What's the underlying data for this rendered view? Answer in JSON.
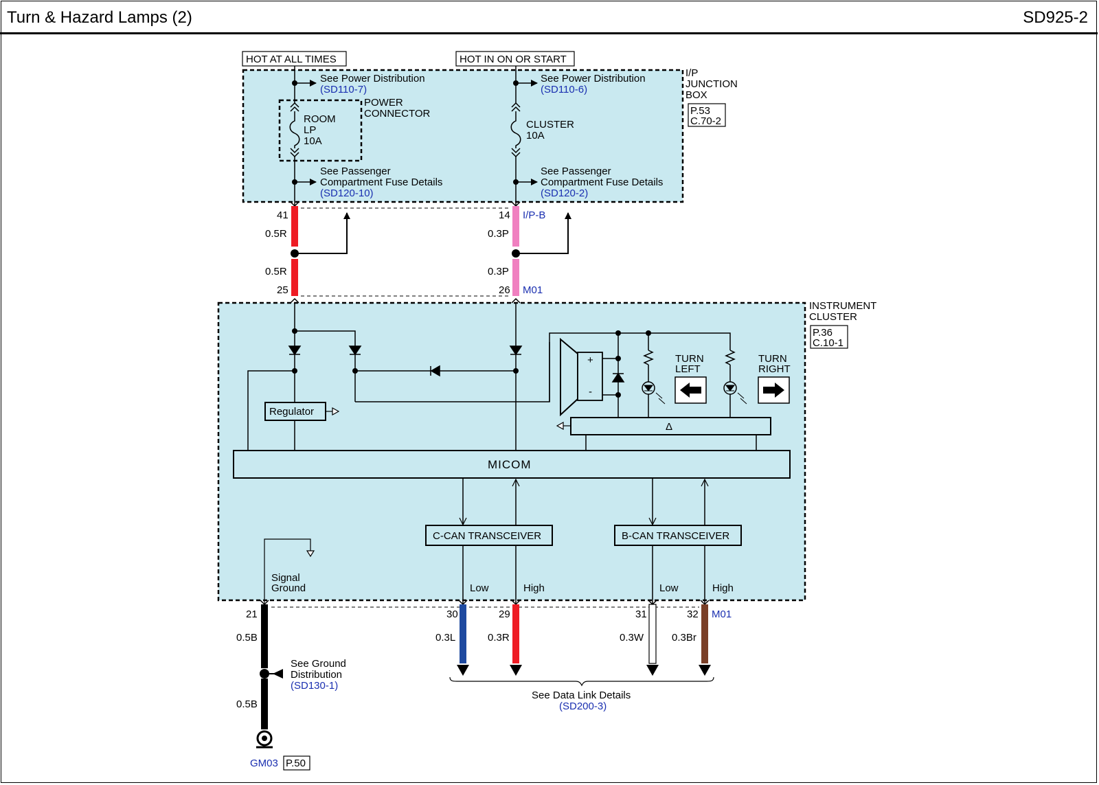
{
  "header": {
    "title": "Turn & Hazard Lamps (2)",
    "page_id": "SD925-2"
  },
  "colors": {
    "box_fill": "#c9e9f0",
    "wire_red": "#ee1c24",
    "wire_pink": "#f080c0",
    "wire_blue": "#1f4aa0",
    "wire_brown": "#7a3f27",
    "wire_black": "#000000",
    "ref_blue": "#1a2fb0"
  },
  "labels": {
    "hot_all_times": "HOT AT ALL TIMES",
    "hot_on_start": "HOT IN ON OR START",
    "jb_name1": "I/P",
    "jb_name2": "JUNCTION",
    "jb_name3": "BOX",
    "jb_page": "P.53",
    "jb_conn": "C.70-2",
    "see_power": "See Power Distribution",
    "ref_sd110_7": "(SD110-7)",
    "ref_sd110_6": "(SD110-6)",
    "power_connector1": "POWER",
    "power_connector2": "CONNECTOR",
    "fuse1_1": "ROOM",
    "fuse1_2": "LP",
    "fuse1_3": "10A",
    "fuse2_1": "CLUSTER",
    "fuse2_2": "10A",
    "see_pass1": "See Passenger",
    "see_pass2": "Compartment Fuse Details",
    "ref_sd120_10": "(SD120-10)",
    "ref_sd120_2": "(SD120-2)",
    "pin41": "41",
    "pin14": "14",
    "ipb": "I/P-B",
    "w05r": "0.5R",
    "w03p": "0.3P",
    "pin25": "25",
    "pin26": "26",
    "m01": "M01",
    "ic_name1": "INSTRUMENT",
    "ic_name2": "CLUSTER",
    "ic_page": "P.36",
    "ic_conn": "C.10-1",
    "regulator": "Regulator",
    "micom": "MICOM",
    "turn": "TURN",
    "left": "LEFT",
    "right": "RIGHT",
    "plus": "+",
    "minus": "-",
    "delta": "Δ",
    "ccan": "C-CAN TRANSCEIVER",
    "bcan": "B-CAN TRANSCEIVER",
    "low": "Low",
    "high": "High",
    "signal": "Signal",
    "ground": "Ground",
    "pin21": "21",
    "pin30": "30",
    "pin29": "29",
    "pin31": "31",
    "pin32": "32",
    "w05b": "0.5B",
    "w03l": "0.3L",
    "w03r": "0.3R",
    "w03w": "0.3W",
    "w03br": "0.3Br",
    "see_ground1": "See Ground",
    "see_ground2": "Distribution",
    "ref_sd130_1": "(SD130-1)",
    "see_datalink": "See Data Link Details",
    "ref_sd200_3": "(SD200-3)",
    "gm03": "GM03",
    "p50": "P.50"
  }
}
